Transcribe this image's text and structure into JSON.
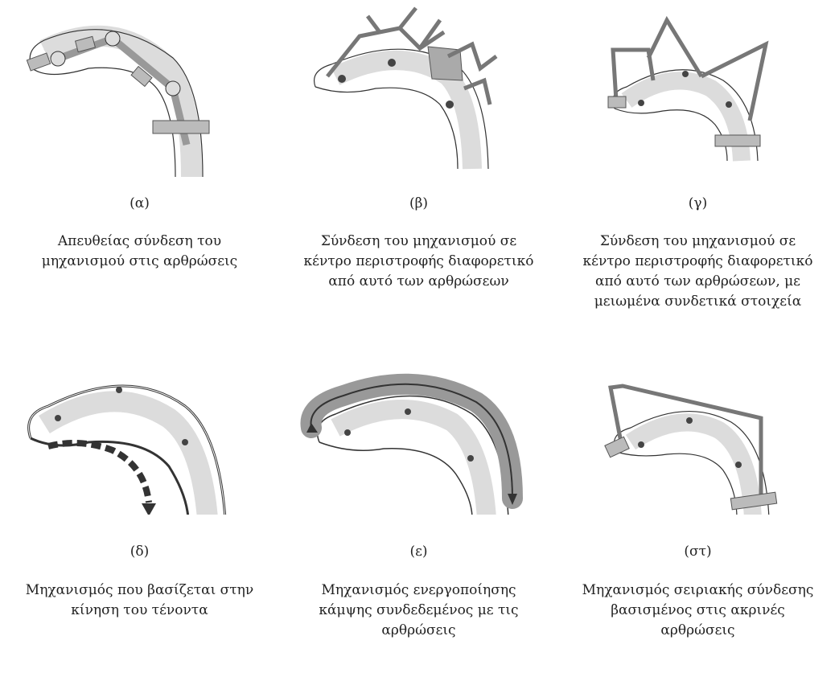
{
  "panels": [
    {
      "label": "(α)",
      "caption": [
        "Απευθείας σύνδεση του",
        "μηχανισμού στις αρθρώσεις"
      ]
    },
    {
      "label": "(β)",
      "caption": [
        "Σύνδεση του μηχανισμού σε",
        "κέντρο περιστροφής διαφορετικό",
        "από αυτό των αρθρώσεων"
      ]
    },
    {
      "label": "(γ)",
      "caption": [
        "Σύνδεση του μηχανισμού σε",
        "κέντρο περιστροφής διαφορετικό",
        "από αυτό των αρθρώσεων, με",
        "μειωμένα συνδετικά στοιχεία"
      ]
    },
    {
      "label": "(δ)",
      "caption": [
        "Μηχανισμός που βασίζεται στην",
        "κίνηση του τένοντα"
      ]
    },
    {
      "label": "(ε)",
      "caption": [
        "Μηχανισμός ενεργοποίησης",
        "κάμψης συνδεδεμένος με τις",
        "αρθρώσεις"
      ]
    },
    {
      "label": "(στ)",
      "caption": [
        "Μηχανισμός σειριακής σύνδεσης",
        "βασισμένος στις ακρινές",
        "αρθρώσεις"
      ]
    }
  ]
}
